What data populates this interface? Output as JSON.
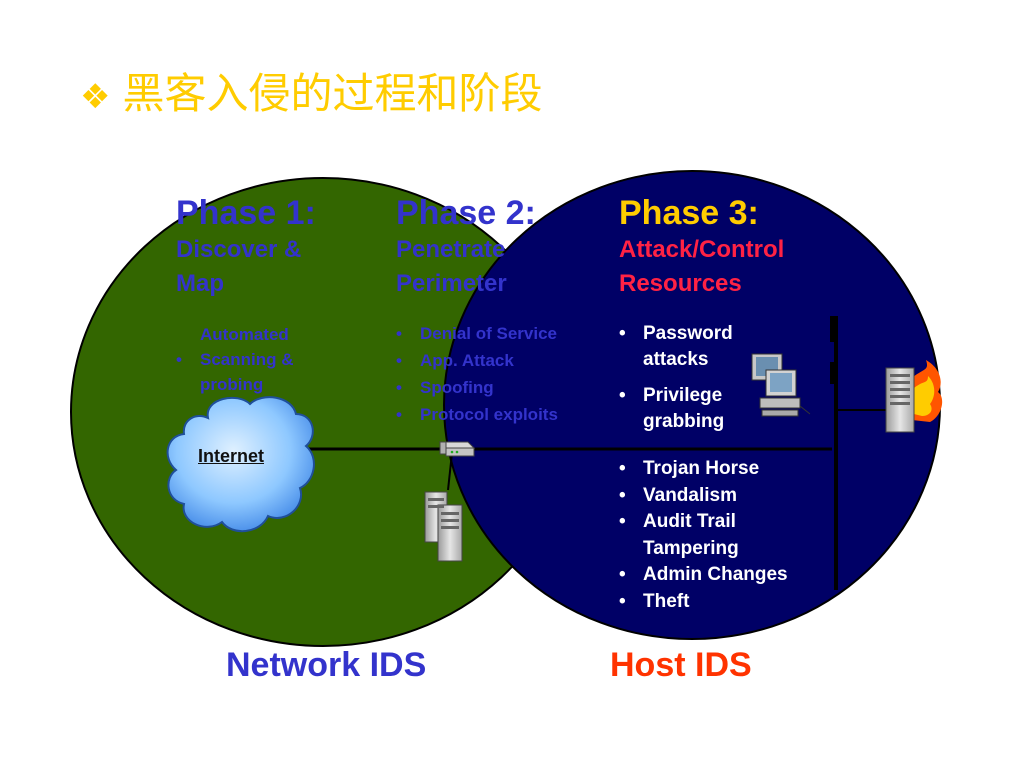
{
  "title": "黑客入侵的过程和阶段",
  "title_bullet_icon": "diamond-bullet-icon",
  "colors": {
    "title": "#ffcc00",
    "network_circle": "#336600",
    "host_circle": "#000066",
    "phase_blue": "#3333cc",
    "phase3_heading": "#ffcc00",
    "phase3_sub": "#ff2244",
    "network_ids_label": "#3333cc",
    "host_ids_label": "#ff3300"
  },
  "phases": [
    {
      "heading": "Phase 1:",
      "sub": [
        "Discover &",
        "Map"
      ],
      "items": [
        "Automated",
        "Scanning &",
        "probing"
      ]
    },
    {
      "heading": "Phase 2:",
      "sub": [
        "Penetrate",
        "Perimeter"
      ],
      "items": [
        "Denial of Service",
        "App. Attack",
        "Spoofing",
        "Protocol exploits"
      ]
    },
    {
      "heading": "Phase 3:",
      "sub": [
        "Attack/Control",
        "Resources"
      ],
      "items_top": [
        [
          "Password",
          "attacks"
        ],
        [
          "Privilege",
          "grabbing"
        ]
      ],
      "items_bottom": [
        [
          "Trojan Horse"
        ],
        [
          "Vandalism"
        ],
        [
          "Audit Trail",
          "Tampering"
        ],
        [
          "Admin Changes"
        ],
        [
          "Theft"
        ]
      ]
    }
  ],
  "internet_label": "Internet",
  "footer": {
    "network": "Network IDS",
    "host": "Host IDS"
  },
  "icons": [
    "cloud-icon",
    "router-icon",
    "server-stack-icon",
    "workstation-icon",
    "server-fire-icon"
  ]
}
